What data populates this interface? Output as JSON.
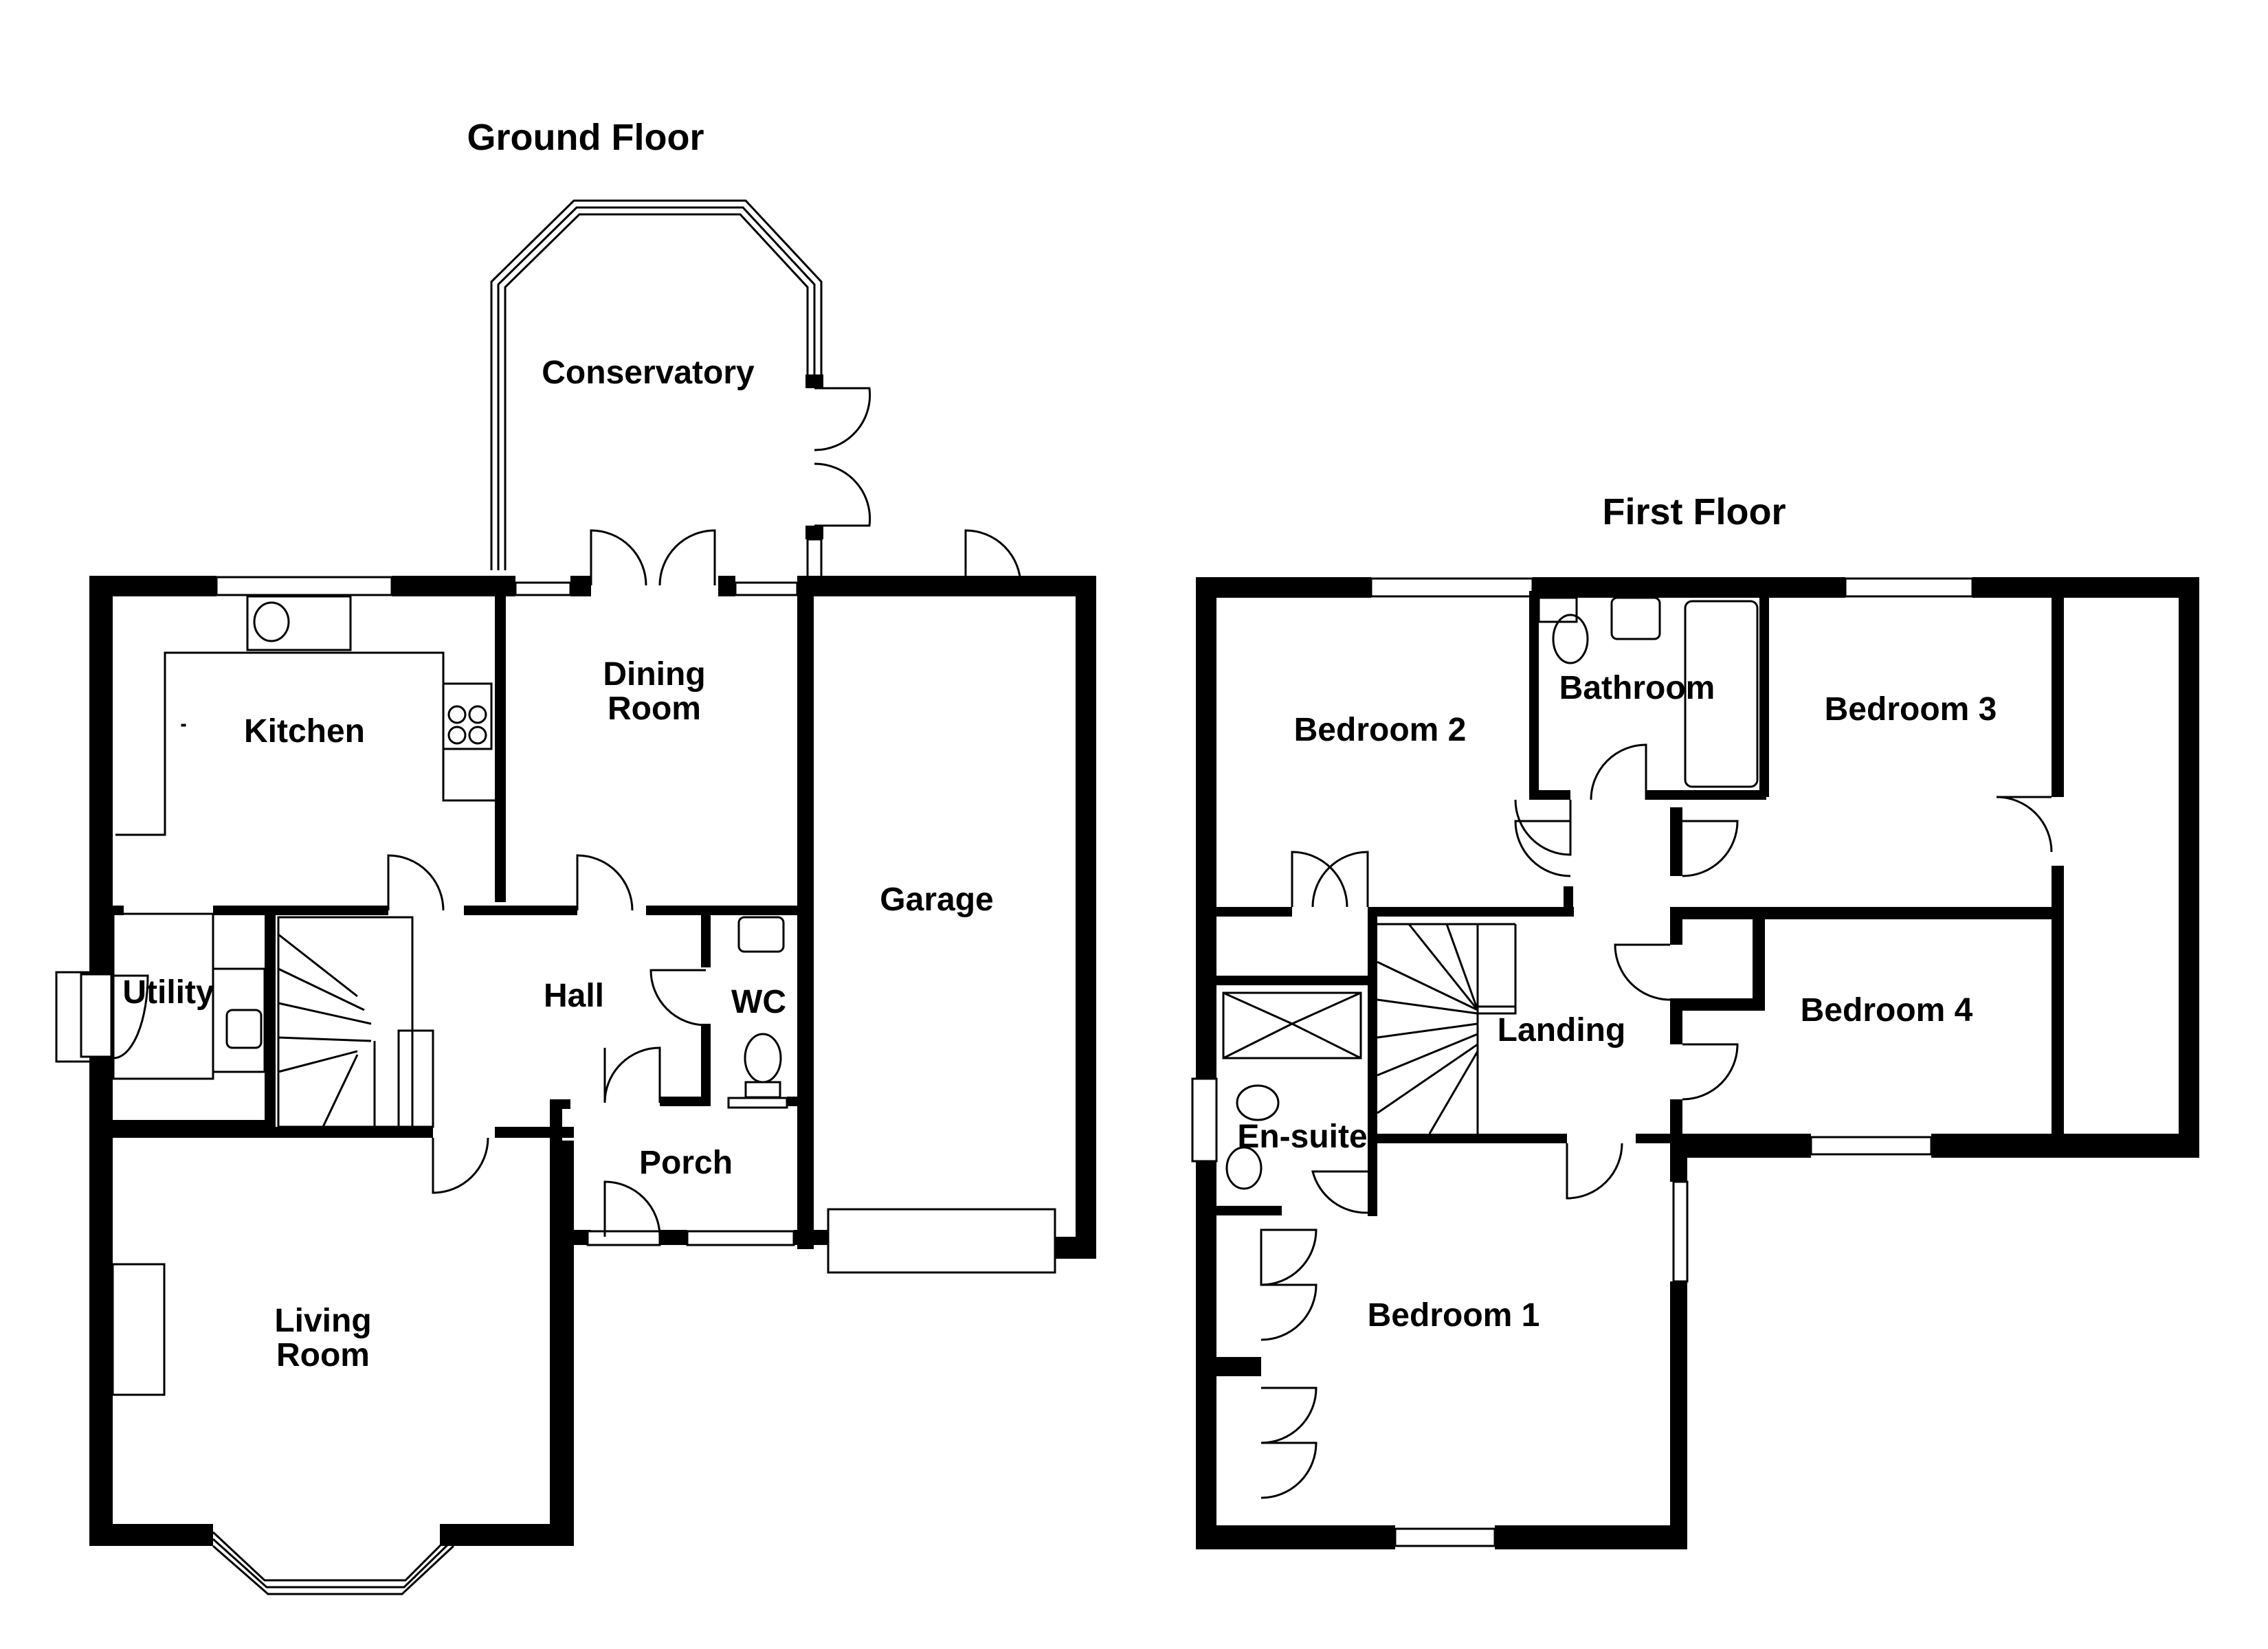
{
  "floors": [
    {
      "title": "Ground Floor",
      "rooms": [
        "Conservatory",
        "Dining",
        "Room",
        "Kitchen",
        "Garage",
        "Utility",
        "Hall",
        "WC",
        "Porch",
        "Living",
        "Room"
      ]
    },
    {
      "title": "First Floor",
      "rooms": [
        "Bathroom",
        "Bedroom 2",
        "Bedroom 3",
        "Bedroom 4",
        "Landing",
        "En-suite",
        "Bedroom 1"
      ]
    }
  ]
}
